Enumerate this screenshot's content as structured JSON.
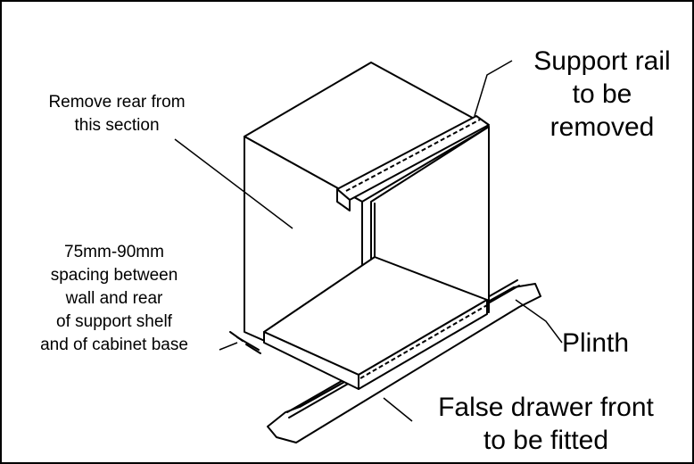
{
  "labels": {
    "remove_rear": [
      "Remove rear from",
      "this section"
    ],
    "support_rail": [
      "Support rail",
      "to be",
      "removed"
    ],
    "spacing": [
      "75mm-90mm",
      "spacing between",
      "wall and rear",
      "of support shelf",
      "and of cabinet base"
    ],
    "plinth": "Plinth",
    "false_drawer": [
      "False drawer front",
      "to be fitted"
    ]
  }
}
